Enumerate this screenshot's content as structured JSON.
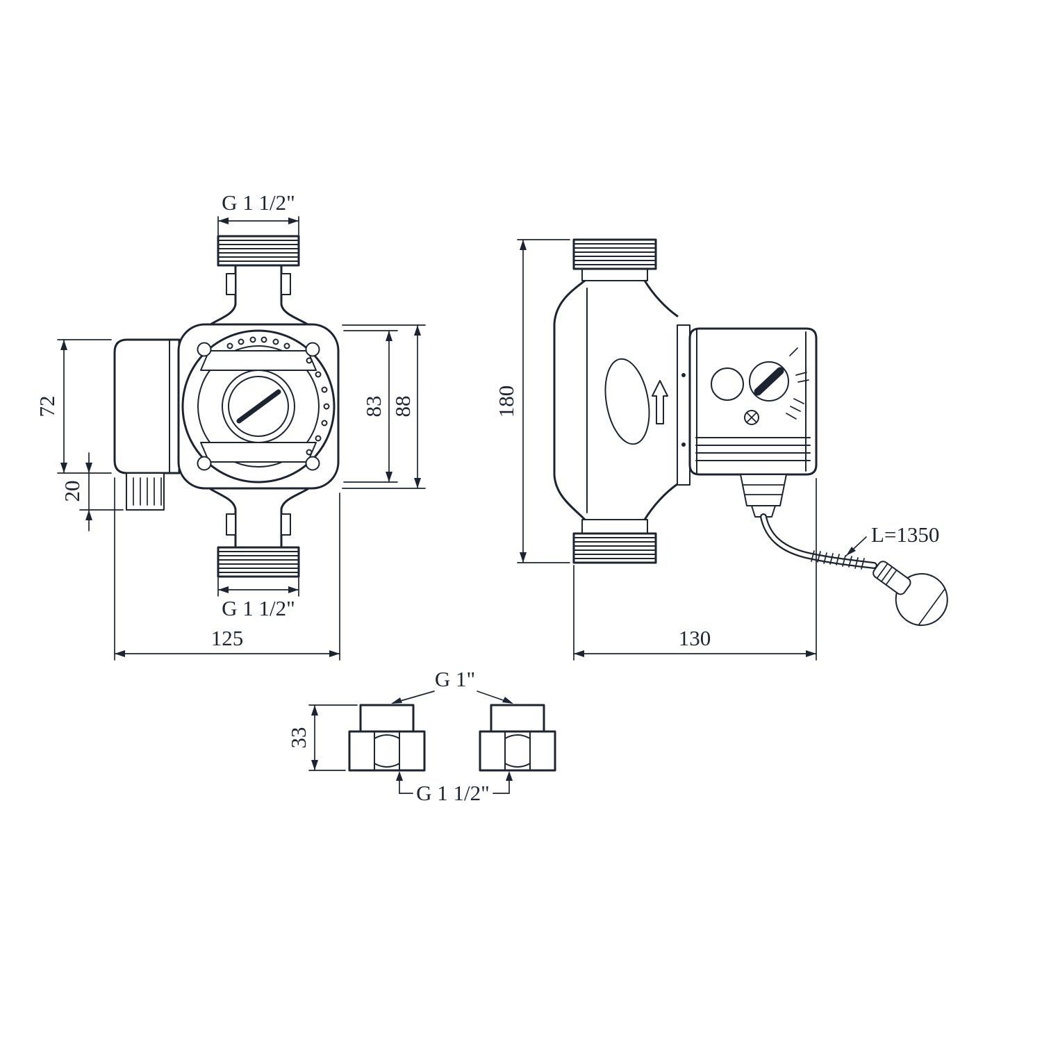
{
  "colors": {
    "ink": "#1c2431",
    "background": "#ffffff"
  },
  "front_view": {
    "top_port_thread": "G 1 1/2\"",
    "bottom_port_thread": "G 1 1/2\"",
    "motor_body_height": "72",
    "terminal_box_offset": "20",
    "housing_diameter": "83",
    "flange_height": "88",
    "overall_width": "125"
  },
  "side_view": {
    "overall_height": "180",
    "overall_depth": "130",
    "cable_length": "L=1350"
  },
  "unions": {
    "pipe_thread": "G 1\"",
    "union_nut_thread": "G 1 1/2\"",
    "fitting_height": "33"
  }
}
